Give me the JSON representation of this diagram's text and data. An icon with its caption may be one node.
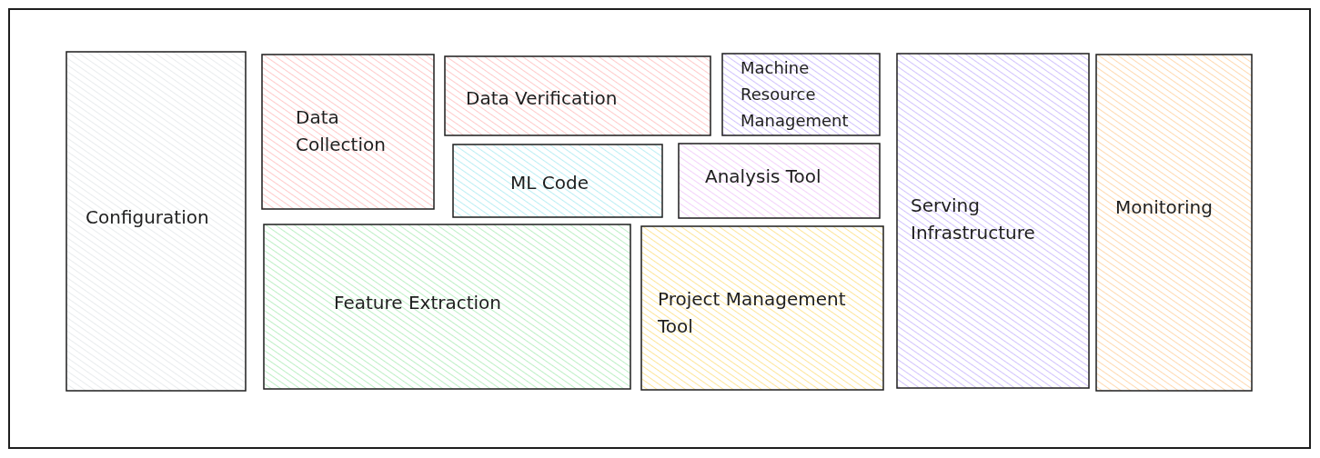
{
  "diagram": {
    "nodes": [
      {
        "text": [
          "Configuration"
        ]
      },
      {
        "text": [
          "Data Collection"
        ]
      },
      {
        "text": [
          "Data Verification"
        ]
      },
      {
        "text": [
          "Machine Resource Management"
        ]
      },
      {
        "text": [
          "ML Code"
        ]
      },
      {
        "text": [
          "Analysis Tool"
        ]
      },
      {
        "text": [
          "Feature Extraction"
        ]
      },
      {
        "text": [
          "Project Management Tool"
        ]
      },
      {
        "text": [
          "Serving Infrastructure"
        ]
      },
      {
        "text": [
          "Monitoring"
        ]
      }
    ]
  }
}
